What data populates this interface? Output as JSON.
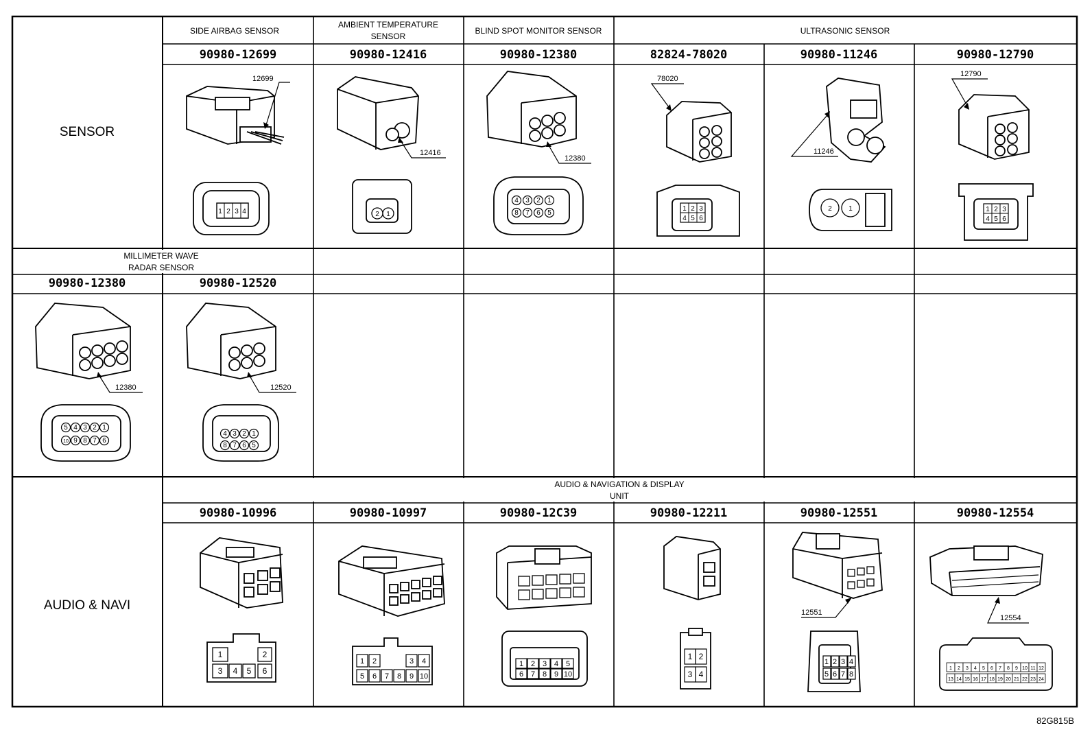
{
  "drawing_ref": "82G815B",
  "categories": {
    "sensor": "SENSOR",
    "audio_navi": "AUDIO & NAVI"
  },
  "sensor_row": {
    "headers": {
      "side_airbag": "SIDE AIRBAG SENSOR",
      "ambient_temp_line1": "AMBIENT TEMPERATURE",
      "ambient_temp_line2": "SENSOR",
      "blind_spot": "BLIND SPOT MONITOR SENSOR",
      "ultrasonic": "ULTRASONIC SENSOR"
    },
    "connectors": [
      {
        "part_no": "90980-12699",
        "callout": "12699",
        "pins": [
          "1",
          "2",
          "3",
          "4"
        ]
      },
      {
        "part_no": "90980-12416",
        "callout": "12416",
        "pins": [
          "2",
          "1"
        ]
      },
      {
        "part_no": "90980-12380",
        "callout": "12380",
        "pins": [
          "4",
          "3",
          "2",
          "1",
          "8",
          "7",
          "6",
          "5"
        ]
      },
      {
        "part_no": "82824-78020",
        "callout": "78020",
        "pins": [
          "1",
          "2",
          "3",
          "4",
          "5",
          "6"
        ]
      },
      {
        "part_no": "90980-11246",
        "callout": "11246",
        "pins": [
          "2",
          "1"
        ]
      },
      {
        "part_no": "90980-12790",
        "callout": "12790",
        "pins": [
          "1",
          "2",
          "3",
          "4",
          "5",
          "6"
        ]
      }
    ]
  },
  "radar_row": {
    "header_line1": "MILLIMETER WAVE",
    "header_line2": "RADAR SENSOR",
    "connectors": [
      {
        "part_no": "90980-12380",
        "callout": "12380",
        "pins": [
          "5",
          "4",
          "3",
          "2",
          "1",
          "10",
          "9",
          "8",
          "7",
          "6"
        ]
      },
      {
        "part_no": "90980-12520",
        "callout": "12520",
        "pins": [
          "4",
          "3",
          "2",
          "1",
          "8",
          "7",
          "6",
          "5"
        ]
      }
    ]
  },
  "audio_row": {
    "header_line1": "AUDIO & NAVIGATION & DISPLAY",
    "header_line2": "UNIT",
    "connectors": [
      {
        "part_no": "90980-10996",
        "pins": [
          "1",
          "2",
          "3",
          "4",
          "5",
          "6"
        ]
      },
      {
        "part_no": "90980-10997",
        "pins": [
          "1",
          "2",
          "3",
          "4",
          "5",
          "6",
          "7",
          "8",
          "9",
          "10"
        ]
      },
      {
        "part_no": "90980-12C39",
        "pins": [
          "1",
          "2",
          "3",
          "4",
          "5",
          "6",
          "7",
          "8",
          "9",
          "10"
        ]
      },
      {
        "part_no": "90980-12211",
        "pins": [
          "1",
          "2",
          "3",
          "4"
        ]
      },
      {
        "part_no": "90980-12551",
        "callout": "12551",
        "pins": [
          "1",
          "2",
          "3",
          "4",
          "5",
          "6",
          "7",
          "8"
        ]
      },
      {
        "part_no": "90980-12554",
        "callout": "12554",
        "pins": [
          "1",
          "2",
          "3",
          "4",
          "5",
          "6",
          "7",
          "8",
          "9",
          "10",
          "11",
          "12",
          "13",
          "14",
          "15",
          "16",
          "17",
          "18",
          "19",
          "20",
          "21",
          "22",
          "23",
          "24"
        ]
      }
    ]
  }
}
